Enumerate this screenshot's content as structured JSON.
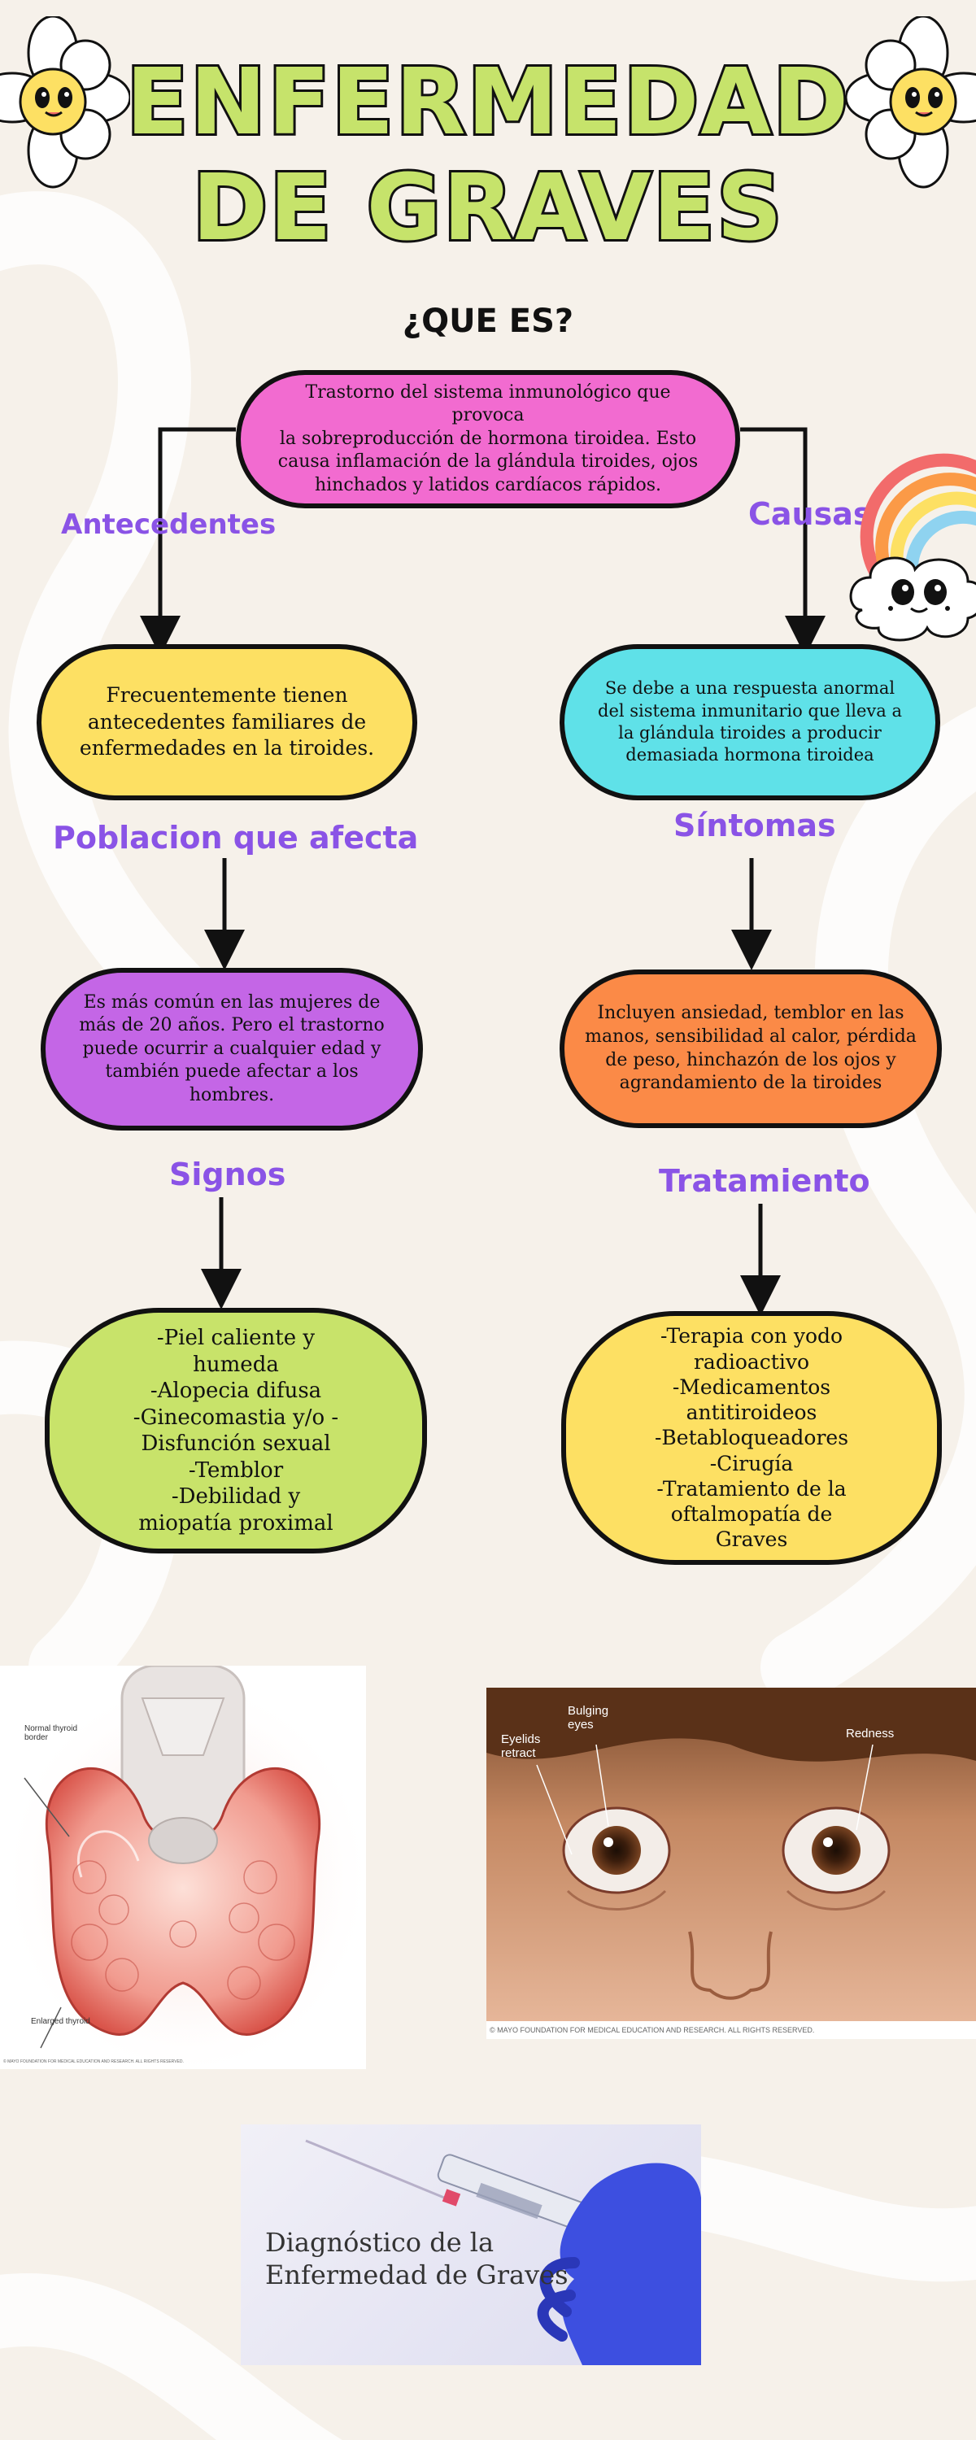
{
  "title": {
    "line1": "ENFERMEDAD",
    "line2": "DE GRAVES"
  },
  "question": "¿QUE ES?",
  "definition": "Trastorno del sistema inmunológico que provoca\nla sobreproducción de hormona tiroidea. Esto\ncausa inflamación de la glándula tiroides, ojos\nhinchados y latidos cardíacos rápidos.",
  "labels": {
    "antecedentes": "Antecedentes",
    "causas": "Causas",
    "poblacion": "Poblacion que afecta",
    "sintomas": "Síntomas",
    "signos": "Signos",
    "tratamiento": "Tratamiento"
  },
  "boxes": {
    "antecedentes": "Frecuentemente tienen\nantecedentes familiares de\nenfermedades en la tiroides.",
    "causas": "Se debe a una respuesta anormal\ndel sistema inmunitario que lleva a\nla glándula tiroides a producir\ndemasiada hormona tiroidea",
    "poblacion": "Es más común en las mujeres de\nmás de 20 años. Pero el trastorno\npuede ocurrir a cualquier edad y\ntambién puede afectar a los\nhombres.",
    "sintomas": "Incluyen ansiedad, temblor en las\nmanos, sensibilidad al calor, pérdida\nde peso, hinchazón de los ojos y\nagrandamiento de la tiroides",
    "signos": "-Piel caliente y\nhumeda\n-Alopecia difusa\n-Ginecomastia y/o -\nDisfunción sexual\n-Temblor\n-Debilidad y\nmiopatía proximal",
    "tratamiento": "-Terapia con yodo\nradioactivo\n-Medicamentos\nantitiroideos\n-Betabloqueadores\n-Cirugía\n-Tratamiento de la\noftalmopatía de\nGraves"
  },
  "thyroid_image": {
    "normal_label": "Normal thyroid\nborder",
    "enlarged_label": "Enlarged thyroid",
    "copyright": "© MAYO FOUNDATION FOR MEDICAL EDUCATION AND RESEARCH. ALL RIGHTS RESERVED."
  },
  "eyes_image": {
    "eyelids_label": "Eyelids\nretract",
    "bulging_label": "Bulging\neyes",
    "redness_label": "Redness",
    "copyright": "© MAYO FOUNDATION FOR MEDICAL EDUCATION AND RESEARCH. ALL RIGHTS RESERVED."
  },
  "diagnosis_image": {
    "caption": "Diagnóstico de la\nEnfermedad de Graves"
  },
  "colors": {
    "background": "#f6f1ea",
    "title_green": "#c6e36b",
    "pink": "#f26bd0",
    "yellow": "#fde063",
    "cyan": "#5fe1e8",
    "purple": "#c466e6",
    "orange": "#fb8a47",
    "lime": "#c8e36a",
    "label_purple": "#8a53e6"
  },
  "icons": [
    "daisy-icon",
    "rainbow-cloud-icon"
  ]
}
